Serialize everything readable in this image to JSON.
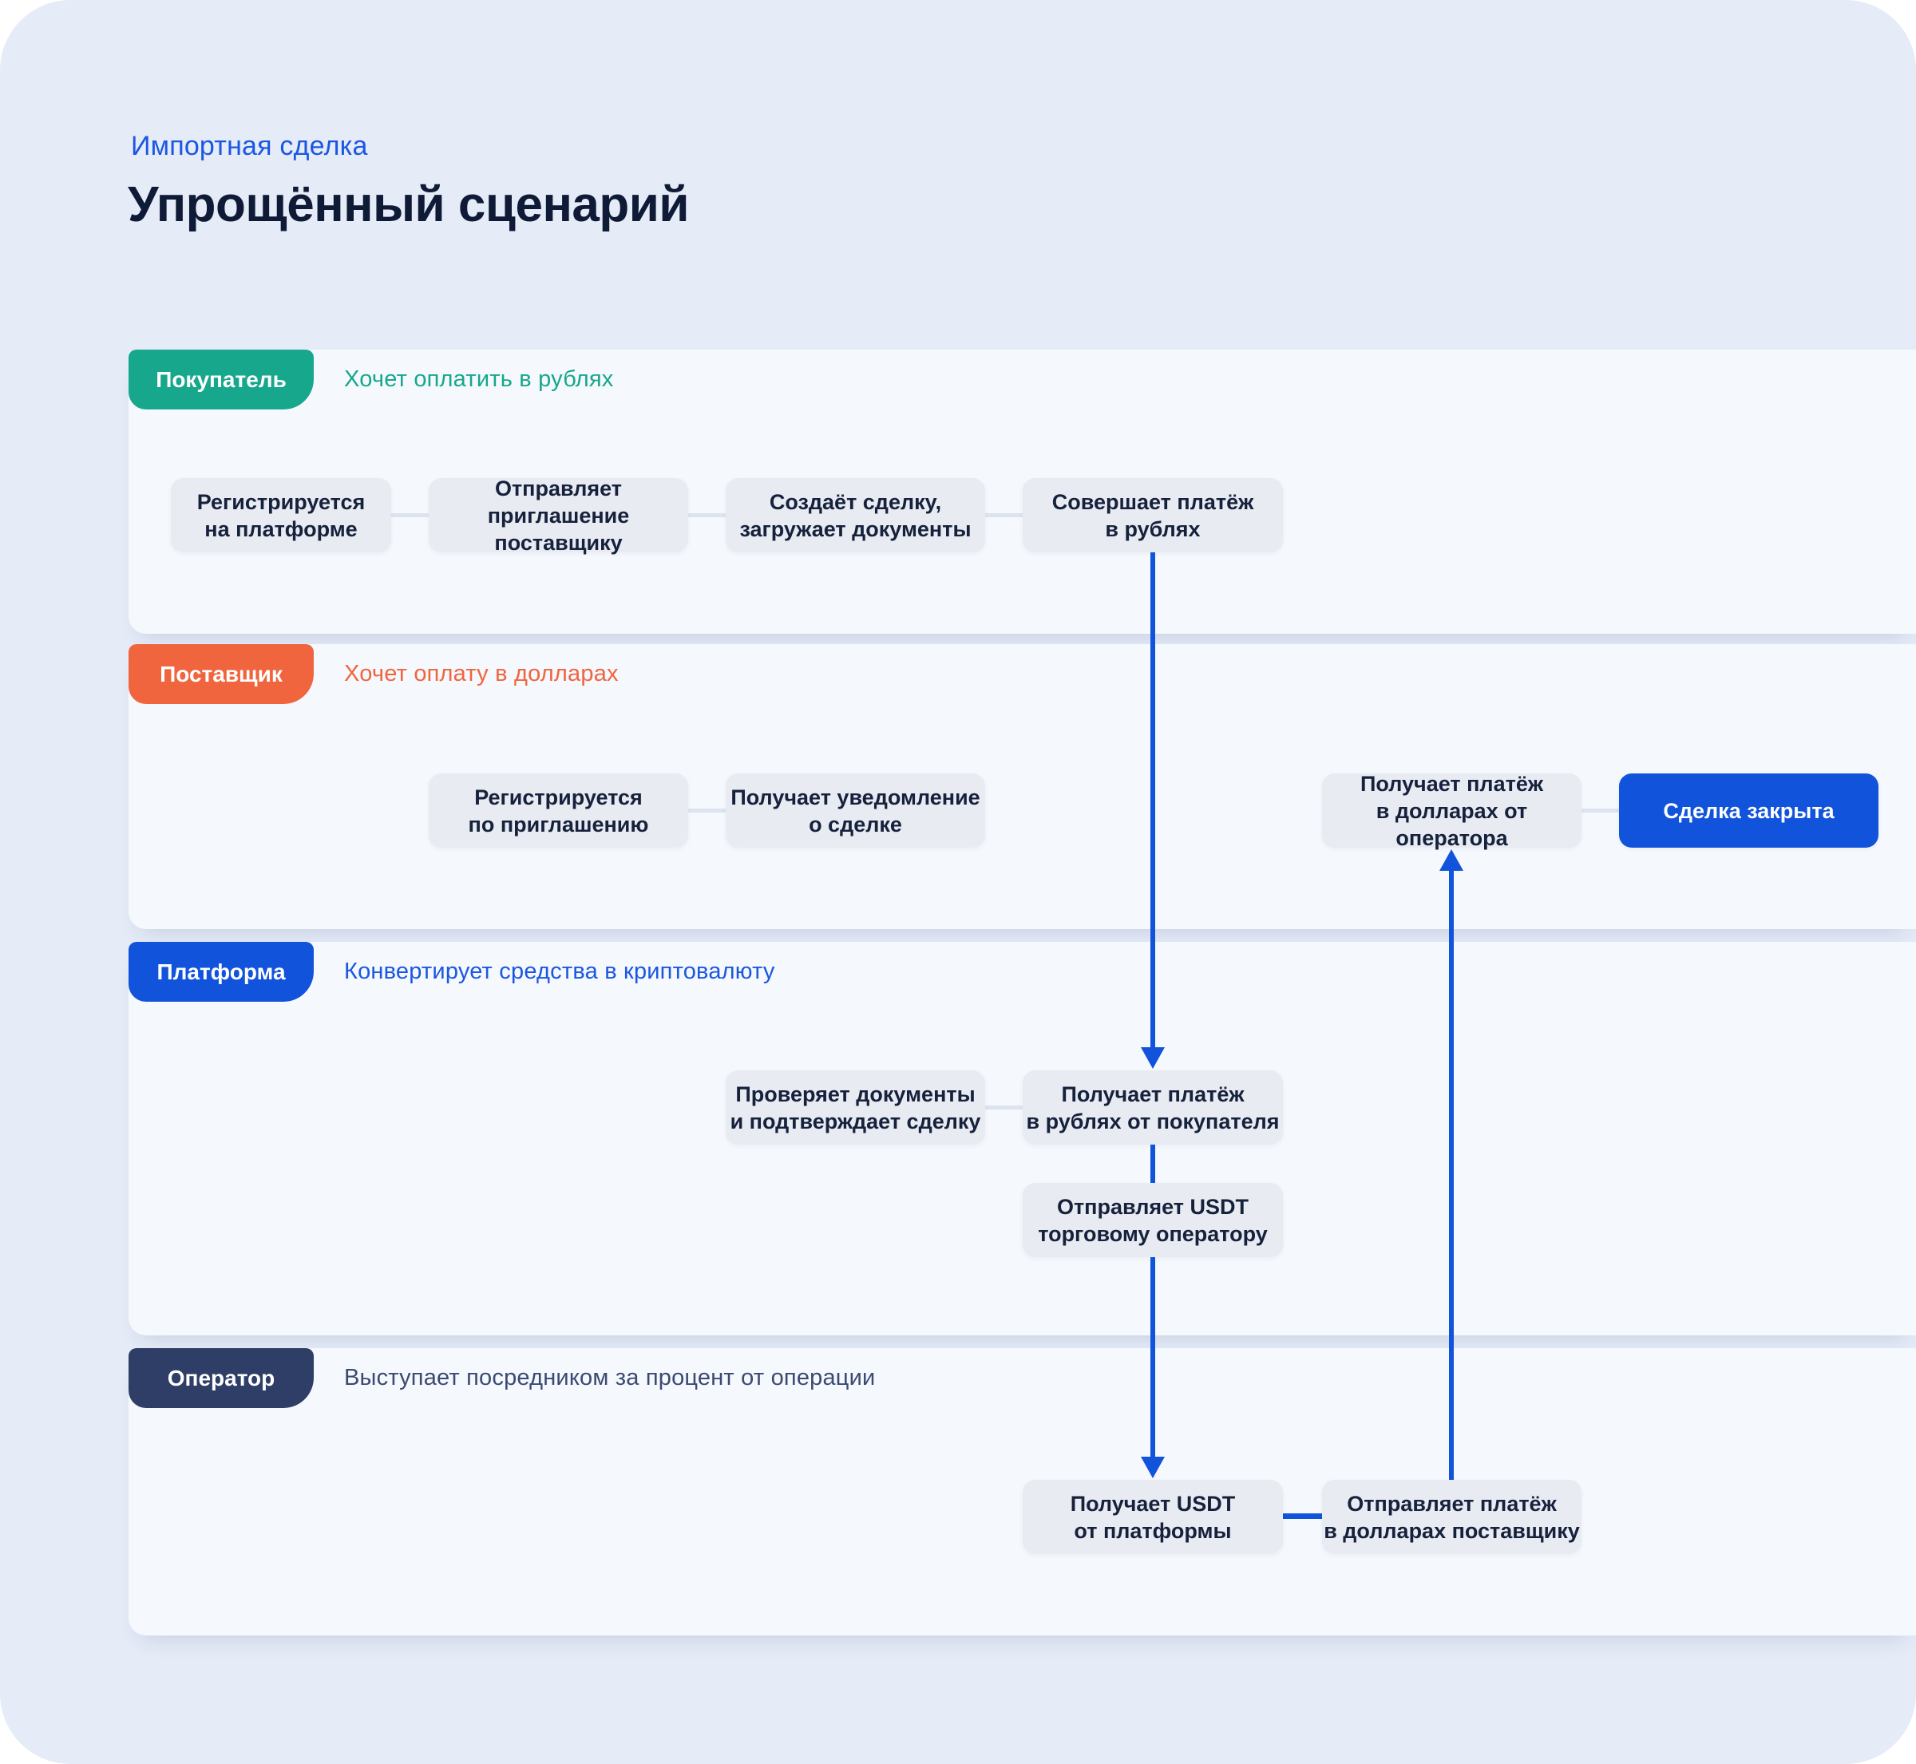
{
  "header": {
    "eyebrow": "Импортная сделка",
    "title": "Упрощённый сценарий"
  },
  "lanes": [
    {
      "id": "buyer",
      "badge": "Покупатель",
      "description": "Хочет оплатить в рублях",
      "color": "#17a78c"
    },
    {
      "id": "supplier",
      "badge": "Поставщик",
      "description": "Хочет оплату в долларах",
      "color": "#f0653e"
    },
    {
      "id": "platform",
      "badge": "Платформа",
      "description": "Конвертирует средства в криптовалюту",
      "color": "#1253dc"
    },
    {
      "id": "operator",
      "badge": "Оператор",
      "description": "Выступает посредником за процент от операции",
      "color": "#2e3e66"
    }
  ],
  "nodes": [
    {
      "id": "buyer-registers",
      "lane": "buyer",
      "label": "Регистрируется\nна платформе"
    },
    {
      "id": "buyer-sends-invitation",
      "lane": "buyer",
      "label": "Отправляет приглашение\nпоставщику"
    },
    {
      "id": "buyer-creates-deal",
      "lane": "buyer",
      "label": "Создаёт сделку,\nзагружает документы"
    },
    {
      "id": "buyer-pays-rubles",
      "lane": "buyer",
      "label": "Совершает платёж\nв рублях"
    },
    {
      "id": "supplier-registers",
      "lane": "supplier",
      "label": "Регистрируется\nпо приглашению"
    },
    {
      "id": "supplier-gets-notice",
      "lane": "supplier",
      "label": "Получает уведомление\nо сделке"
    },
    {
      "id": "supplier-gets-dollars",
      "lane": "supplier",
      "label": "Получает платёж\nв долларах от оператора"
    },
    {
      "id": "deal-closed",
      "lane": "supplier",
      "label": "Сделка закрыта"
    },
    {
      "id": "platform-verifies",
      "lane": "platform",
      "label": "Проверяет документы\nи подтверждает сделку"
    },
    {
      "id": "platform-gets-rubles",
      "lane": "platform",
      "label": "Получает платёж\nв рублях от покупателя"
    },
    {
      "id": "platform-sends-usdt",
      "lane": "platform",
      "label": "Отправляет USDT\nторговому оператору"
    },
    {
      "id": "operator-gets-usdt",
      "lane": "operator",
      "label": "Получает USDT\nот платформы"
    },
    {
      "id": "operator-pays-supplier",
      "lane": "operator",
      "label": "Отправляет платёж\nв долларах поставщику"
    }
  ],
  "edges": [
    {
      "from": "buyer-registers",
      "to": "buyer-sends-invitation",
      "style": "plain"
    },
    {
      "from": "buyer-sends-invitation",
      "to": "buyer-creates-deal",
      "style": "plain"
    },
    {
      "from": "buyer-creates-deal",
      "to": "buyer-pays-rubles",
      "style": "plain"
    },
    {
      "from": "supplier-registers",
      "to": "supplier-gets-notice",
      "style": "plain"
    },
    {
      "from": "supplier-gets-dollars",
      "to": "deal-closed",
      "style": "plain"
    },
    {
      "from": "platform-verifies",
      "to": "platform-gets-rubles",
      "style": "plain"
    },
    {
      "from": "buyer-pays-rubles",
      "to": "platform-gets-rubles",
      "style": "arrow-down"
    },
    {
      "from": "platform-gets-rubles",
      "to": "platform-sends-usdt",
      "style": "line"
    },
    {
      "from": "platform-sends-usdt",
      "to": "operator-gets-usdt",
      "style": "arrow-down"
    },
    {
      "from": "operator-gets-usdt",
      "to": "operator-pays-supplier",
      "style": "line-blue"
    },
    {
      "from": "operator-pays-supplier",
      "to": "supplier-gets-dollars",
      "style": "arrow-up"
    }
  ],
  "colors": {
    "accent_blue": "#1253dc",
    "accent_green": "#17a78c",
    "accent_orange": "#f0653e",
    "accent_navy": "#2e3e66",
    "card_background": "#e5ebf7",
    "lane_background": "#f5f8fd",
    "node_background": "#e8ebf2",
    "link_gray": "#dde3ef",
    "text_dark": "#0e1a36"
  }
}
